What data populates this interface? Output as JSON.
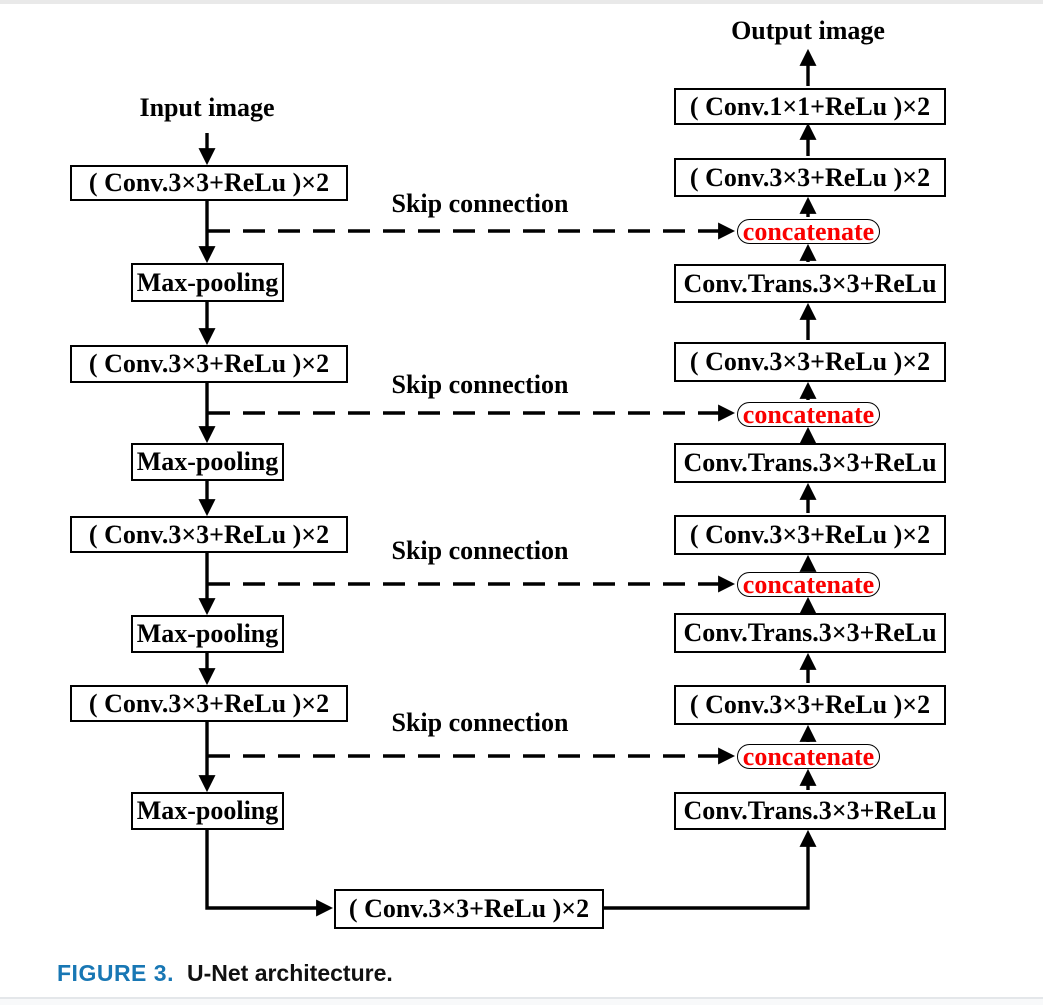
{
  "figure": {
    "caption_label": "FIGURE 3.",
    "caption_text": "U-Net architecture."
  },
  "labels": {
    "input": "Input image",
    "output": "Output image",
    "skip_connections": [
      "Skip connection",
      "Skip connection",
      "Skip connection",
      "Skip connection"
    ]
  },
  "encoder_nodes": [
    "( Conv.3×3+ReLu )×2",
    "Max-pooling",
    "( Conv.3×3+ReLu )×2",
    "Max-pooling",
    "( Conv.3×3+ReLu )×2",
    "Max-pooling",
    "( Conv.3×3+ReLu )×2",
    "Max-pooling"
  ],
  "bottleneck_node": "( Conv.3×3+ReLu )×2",
  "decoder_nodes": [
    "( Conv.1×1+ReLu )×2",
    "( Conv.3×3+ReLu )×2",
    "concatenate",
    "Conv.Trans.3×3+ReLu",
    "( Conv.3×3+ReLu )×2",
    "concatenate",
    "Conv.Trans.3×3+ReLu",
    "( Conv.3×3+ReLu )×2",
    "concatenate",
    "Conv.Trans.3×3+ReLu",
    "( Conv.3×3+ReLu )×2",
    "concatenate",
    "Conv.Trans.3×3+ReLu"
  ],
  "colors": {
    "concatenate_text": "#fa0000",
    "caption_label_blue": "#1877b4",
    "diagram_ink": "#000000",
    "background": "#ffffff"
  }
}
